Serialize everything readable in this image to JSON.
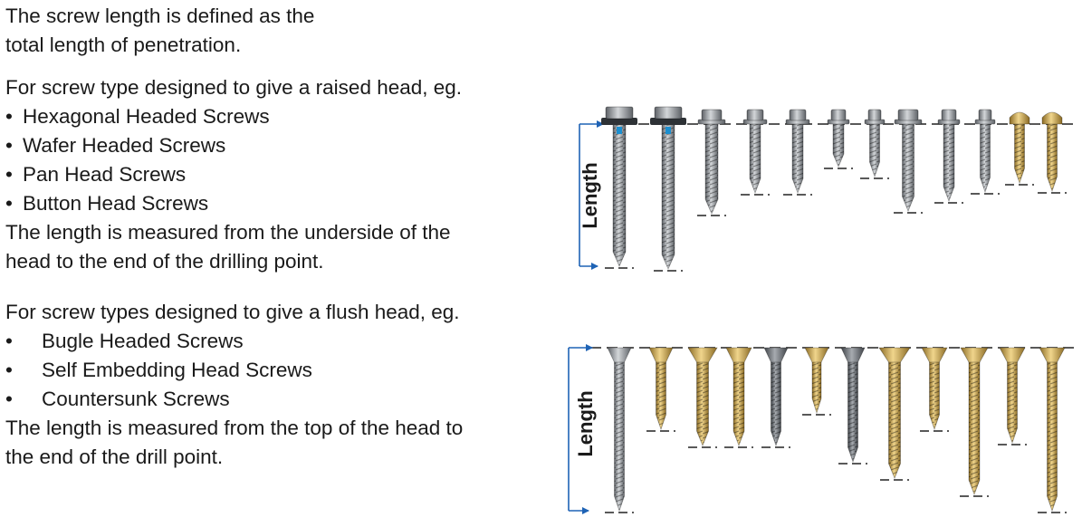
{
  "intro": [
    "The screw length is defined as the",
    "total length of penetration."
  ],
  "raised": {
    "lead": "For screw type designed to give a raised head, eg.",
    "bullet": "•",
    "items": [
      "Hexagonal Headed Screws",
      "Wafer Headed Screws",
      "Pan Head Screws",
      "Button Head Screws"
    ],
    "note": [
      "The length is measured from the  underside of the",
      "head to the end of the drilling point."
    ]
  },
  "flush": {
    "lead": "For screw types designed to give a flush head, eg.",
    "bullet": "•",
    "items": [
      "Bugle Headed Screws",
      "Self Embedding  Head Screws",
      "Countersunk Screws"
    ],
    "note": [
      "The length is measured from the top of the head to",
      "the end of the drill point."
    ]
  },
  "diagram": {
    "top_label": "Length",
    "bottom_label": "Length",
    "colors": {
      "arrow": "#1f63b5",
      "steel": "#8f9499",
      "gold": "#c9a24e",
      "washer": "#2e3236",
      "seal": "#1b8fd0",
      "dash": "#222222"
    }
  }
}
